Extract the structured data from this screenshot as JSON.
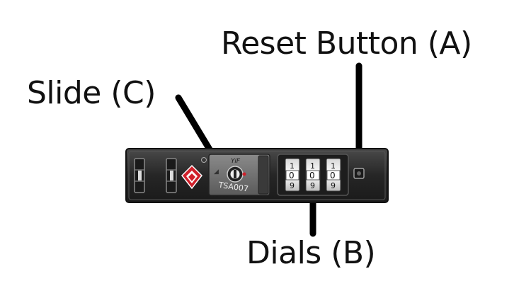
{
  "labels": {
    "reset": "Reset Button (A)",
    "slide": "Slide (C)",
    "dials": "Dials (B)"
  },
  "lock": {
    "brand": "YiF",
    "model": "TSA007",
    "dial_digits": {
      "top": [
        "1",
        "1",
        "1"
      ],
      "middle": [
        "0",
        "0",
        "0"
      ],
      "bottom": [
        "9",
        "9",
        "9"
      ]
    }
  },
  "colors": {
    "lock_body": "#2b2b2b",
    "plate": "#6e6e6e",
    "tsa_logo": "#d0202a",
    "text": "#111111"
  },
  "icons": [
    "tsa-diamond-icon",
    "keyhole-icon",
    "reset-button-icon"
  ]
}
